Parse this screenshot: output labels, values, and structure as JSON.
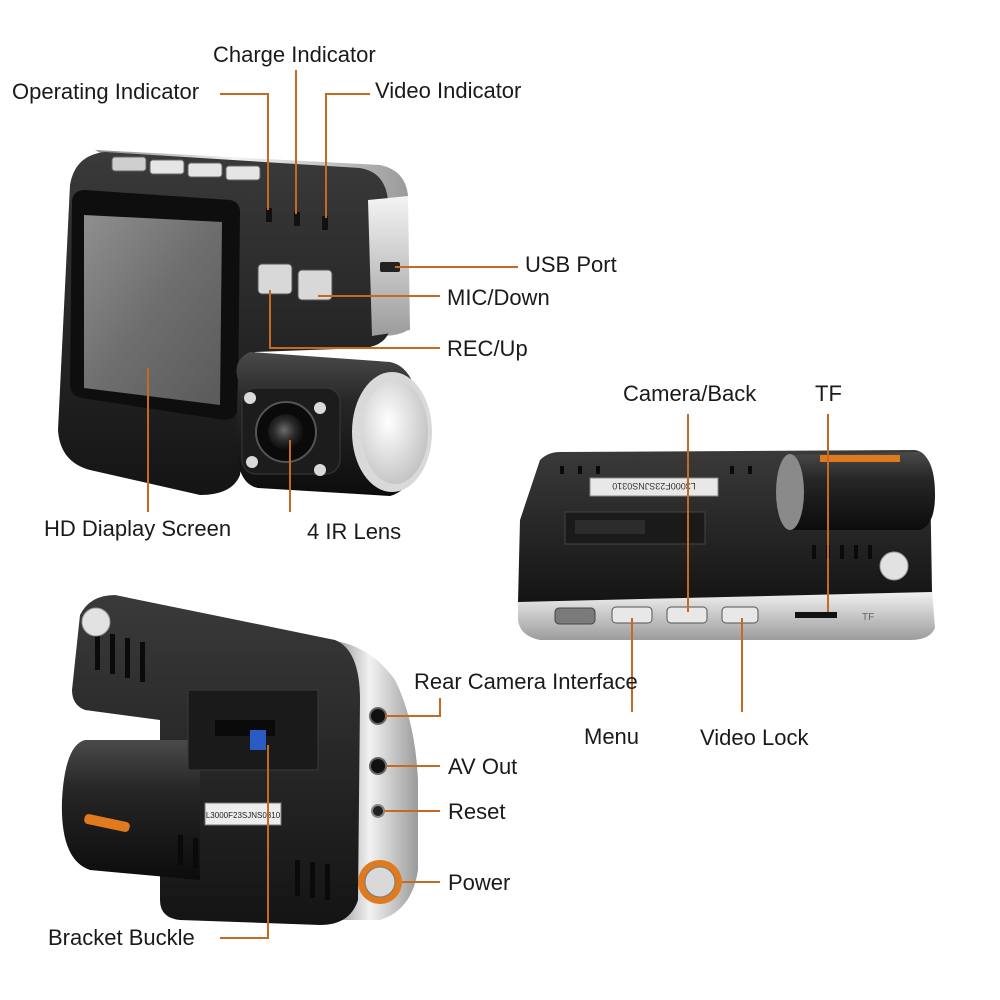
{
  "accent_color": "#c46a23",
  "labels": {
    "charge_indicator": "Charge Indicator",
    "operating_indicator": "Operating Indicator",
    "video_indicator": "Video Indicator",
    "usb_port": "USB Port",
    "mic_down": "MIC/Down",
    "rec_up": "REC/Up",
    "hd_display_screen": "HD Diaplay Screen",
    "ir_lens": "4 IR Lens",
    "camera_back": "Camera/Back",
    "tf": "TF",
    "menu": "Menu",
    "video_lock": "Video Lock",
    "rear_camera_interface": "Rear Camera Interface",
    "av_out": "AV Out",
    "reset": "Reset",
    "power": "Power",
    "bracket_buckle": "Bracket Buckle"
  },
  "device_print": {
    "serial": "L3000F23SJNS0310",
    "tf_mark": "TF"
  }
}
